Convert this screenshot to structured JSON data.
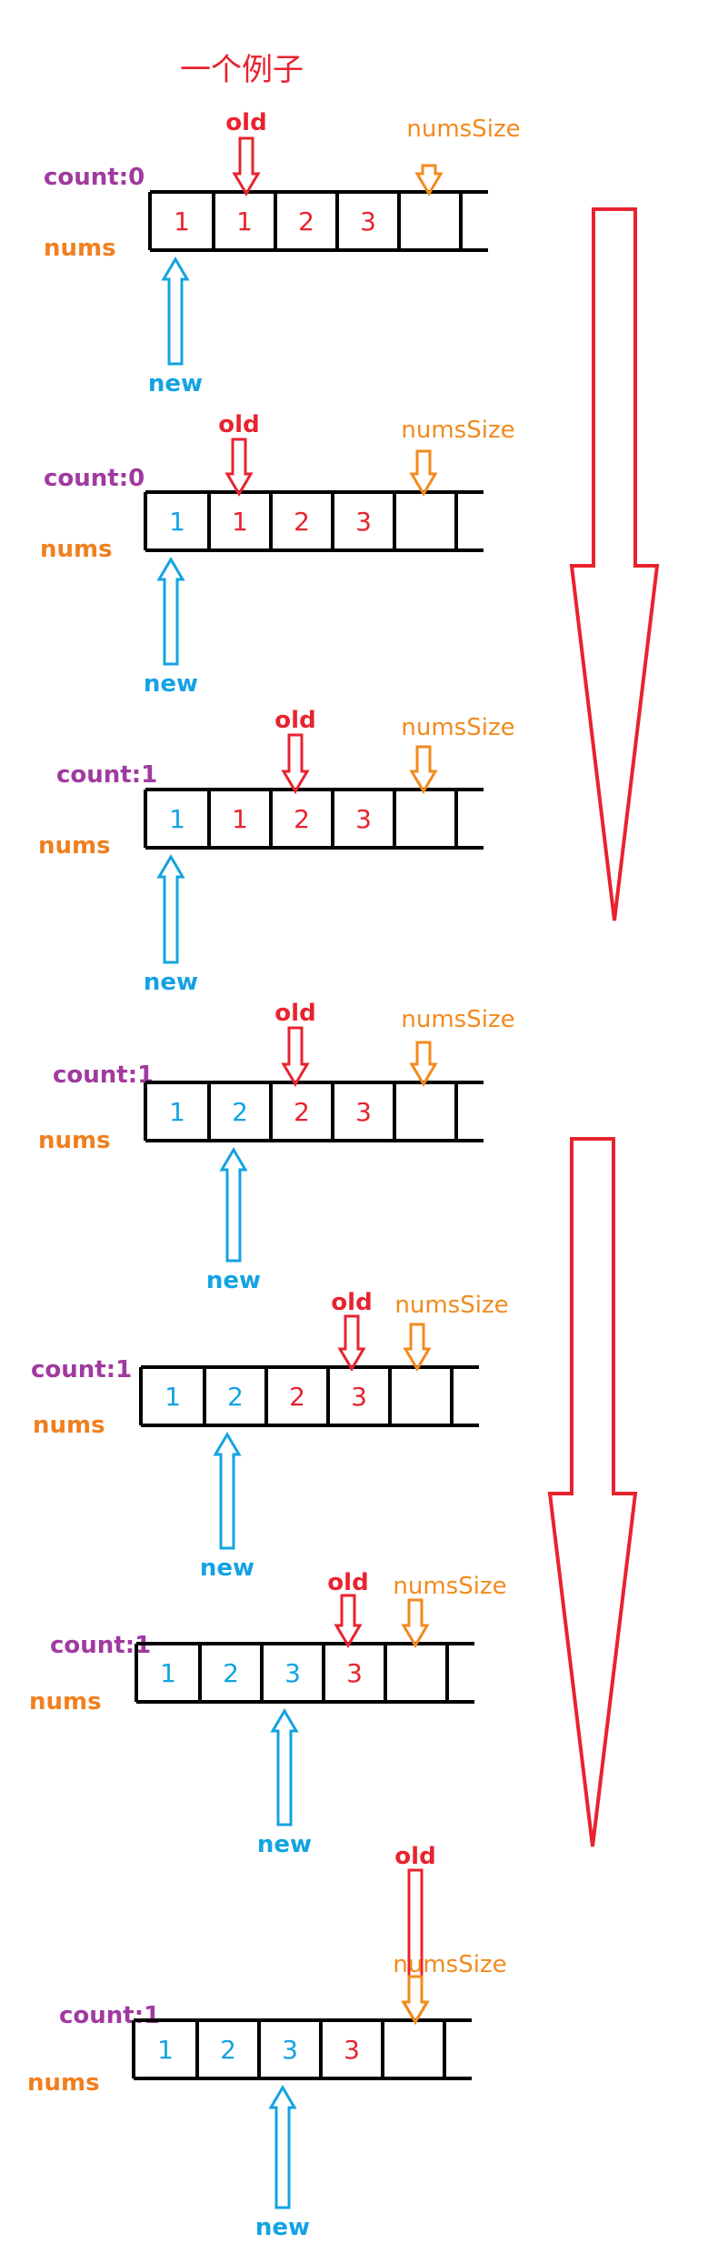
{
  "title": "一个例子",
  "labels": {
    "count": "count:",
    "nums": "nums",
    "old": "old",
    "new": "new",
    "numsSize": "numsSize"
  },
  "colors": {
    "title": "#e8232f",
    "count": "#a03aa0",
    "nums": "#f07f1f",
    "old": "#e8232f",
    "new": "#13a3e3",
    "numsSize": "#f28a1e",
    "cell_old": "#e8232f",
    "cell_new": "#13a3e3",
    "stroke": "#000000",
    "bigArrow": "#e8232f"
  },
  "steps": [
    {
      "count": "0",
      "cells": [
        {
          "v": "1",
          "c": "old"
        },
        {
          "v": "1",
          "c": "old"
        },
        {
          "v": "2",
          "c": "old"
        },
        {
          "v": "3",
          "c": "old"
        },
        {
          "v": "",
          "c": "old"
        }
      ]
    },
    {
      "count": "0",
      "cells": [
        {
          "v": "1",
          "c": "new"
        },
        {
          "v": "1",
          "c": "old"
        },
        {
          "v": "2",
          "c": "old"
        },
        {
          "v": "3",
          "c": "old"
        },
        {
          "v": "",
          "c": "old"
        }
      ]
    },
    {
      "count": "1",
      "cells": [
        {
          "v": "1",
          "c": "new"
        },
        {
          "v": "1",
          "c": "old"
        },
        {
          "v": "2",
          "c": "old"
        },
        {
          "v": "3",
          "c": "old"
        },
        {
          "v": "",
          "c": "old"
        }
      ]
    },
    {
      "count": "1",
      "cells": [
        {
          "v": "1",
          "c": "new"
        },
        {
          "v": "2",
          "c": "new"
        },
        {
          "v": "2",
          "c": "old"
        },
        {
          "v": "3",
          "c": "old"
        },
        {
          "v": "",
          "c": "old"
        }
      ]
    },
    {
      "count": "1",
      "cells": [
        {
          "v": "1",
          "c": "new"
        },
        {
          "v": "2",
          "c": "new"
        },
        {
          "v": "2",
          "c": "old"
        },
        {
          "v": "3",
          "c": "old"
        },
        {
          "v": "",
          "c": "old"
        }
      ]
    },
    {
      "count": "1",
      "cells": [
        {
          "v": "1",
          "c": "new"
        },
        {
          "v": "2",
          "c": "new"
        },
        {
          "v": "3",
          "c": "new"
        },
        {
          "v": "3",
          "c": "old"
        },
        {
          "v": "",
          "c": "old"
        }
      ]
    },
    {
      "count": "1",
      "cells": [
        {
          "v": "1",
          "c": "new"
        },
        {
          "v": "2",
          "c": "new"
        },
        {
          "v": "3",
          "c": "new"
        },
        {
          "v": "3",
          "c": "old"
        },
        {
          "v": "",
          "c": "old"
        }
      ]
    }
  ]
}
